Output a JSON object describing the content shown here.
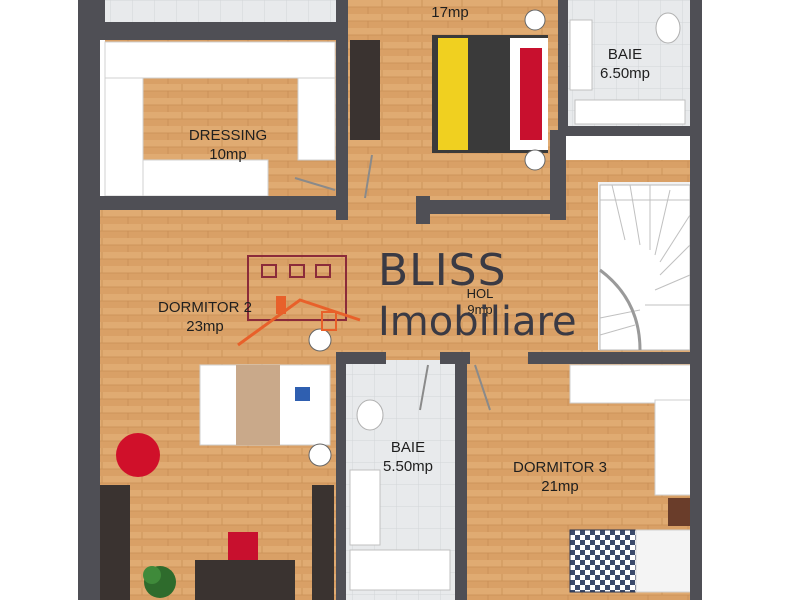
{
  "rooms": [
    {
      "name": "DRESSING",
      "area": "10mp"
    },
    {
      "name": "",
      "area": "17mp"
    },
    {
      "name": "BAIE",
      "area": "6.50mp"
    },
    {
      "name": "HOL",
      "area": "9mp"
    },
    {
      "name": "DORMITOR 2",
      "area": "23mp"
    },
    {
      "name": "BAIE",
      "area": "5.50mp"
    },
    {
      "name": "DORMITOR 3",
      "area": "21mp"
    }
  ],
  "watermark": {
    "line1": "BLISS",
    "line2": "Imobiliare",
    "color": "#3a3a44",
    "logo_color": "#e8602a"
  },
  "colors": {
    "wall": "#4f4f55",
    "floor_wood": "#d9a066",
    "floor_tile": "#e8eaec",
    "furniture_white": "#ffffff"
  }
}
